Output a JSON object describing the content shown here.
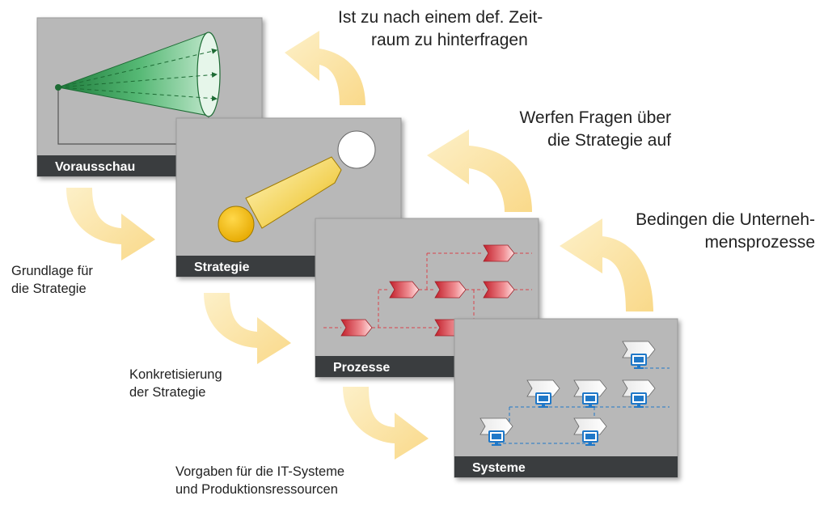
{
  "panels": {
    "vorausschau": {
      "title": "Vorausschau"
    },
    "strategie": {
      "title": "Strategie"
    },
    "prozesse": {
      "title": "Prozesse"
    },
    "systeme": {
      "title": "Systeme"
    }
  },
  "feedback": {
    "strategie_to_vorausschau": {
      "line1": "Ist zu nach einem def. Zeit-",
      "line2": "raum zu hinterfragen"
    },
    "prozesse_to_strategie": {
      "line1": "Werfen Fragen über",
      "line2": "die Strategie auf"
    },
    "systeme_to_prozesse": {
      "line1": "Bedingen die Unterneh-",
      "line2": "mensprozesse"
    }
  },
  "forward": {
    "vorausschau_to_strategie": {
      "line1": "Grundlage für",
      "line2": "die Strategie"
    },
    "strategie_to_prozesse": {
      "line1": "Konkretisierung",
      "line2": "der Strategie"
    },
    "prozesse_to_systeme": {
      "line1": "Vorgaben für die IT-Systeme",
      "line2": "und Produktionsressourcen"
    }
  },
  "colors": {
    "panel_fill": "#b8b8b8",
    "panel_bar": "#3a3d3f",
    "arrow_fill": "#fbe4a6",
    "cone_green": "#2e9a4e",
    "process_red": "#d9434b",
    "system_blue": "#1f78c8",
    "strategy_yellow": "#f5c400"
  }
}
